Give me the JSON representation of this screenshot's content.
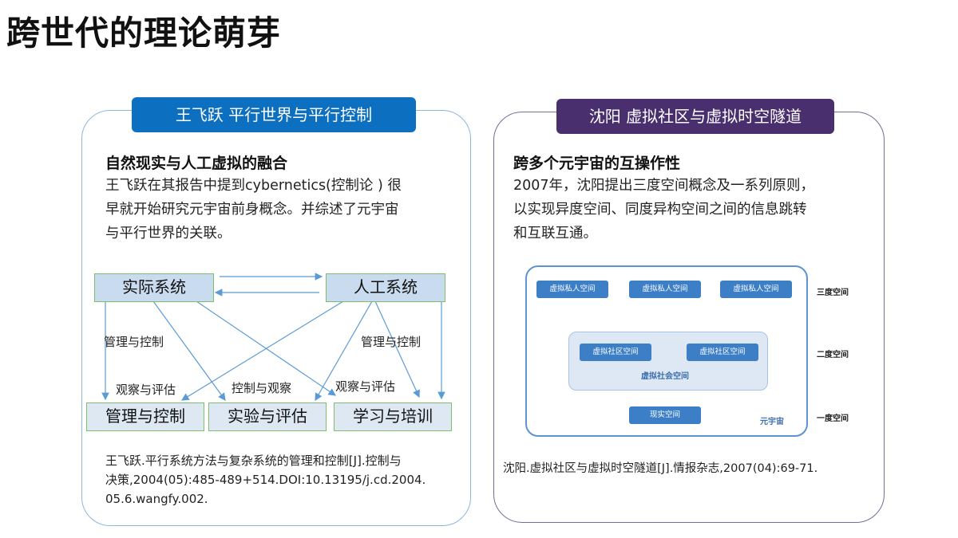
{
  "page": {
    "title": "跨世代的理论萌芽"
  },
  "left_card": {
    "tab_label": "王飞跃 平行世界与平行控制",
    "accent_color": "#0d6fbf",
    "subtitle": "自然现实与人工虚拟的融合",
    "body_lines": [
      "王飞跃在其报告中提到cybernetics(控制论 ) 很",
      "早就开始研究元宇宙前身概念。并综述了元宇宙",
      "与平行世界的关联。"
    ],
    "diagram": {
      "nodes": {
        "real_system": "实际系统",
        "artificial_system": "人工系统",
        "management": "管理与控制",
        "experiment": "实验与评估",
        "learning": "学习与培训"
      },
      "edge_labels": {
        "left_mgmt": "管理与控制",
        "left_observe": "观察与评估",
        "middle": "控制与观察",
        "right_mgmt": "管理与控制",
        "right_observe": "观察与评估"
      }
    },
    "reference_lines": [
      "王飞跃.平行系统方法与复杂系统的管理和控制[J].控制与",
      "决策,2004(05):485-489+514.DOI:10.13195/j.cd.2004.",
      "05.6.wangfy.002."
    ]
  },
  "right_card": {
    "tab_label": "沈阳 虚拟社区与虚拟时空隧道",
    "accent_color": "#4a2f6e",
    "subtitle": "跨多个元宇宙的互操作性",
    "body_lines": [
      "2007年，沈阳提出三度空间概念及一系列原则，",
      "以实现异度空间、同度异构空间之间的信息跳转",
      "和互联互通。"
    ],
    "diagram": {
      "private_spaces": [
        "虚拟私人空间",
        "虚拟私人空间",
        "虚拟私人空间"
      ],
      "community_spaces": [
        "虚拟社区空间",
        "虚拟社区空间"
      ],
      "social_space": "虚拟社会空间",
      "real_space": "现实空间",
      "frame_label": "元宇宙",
      "levels": [
        "三度空间",
        "二度空间",
        "一度空间"
      ]
    },
    "reference": "沈阳.虚拟社区与虚拟时空隧道[J].情报杂志,2007(04):69-71."
  }
}
